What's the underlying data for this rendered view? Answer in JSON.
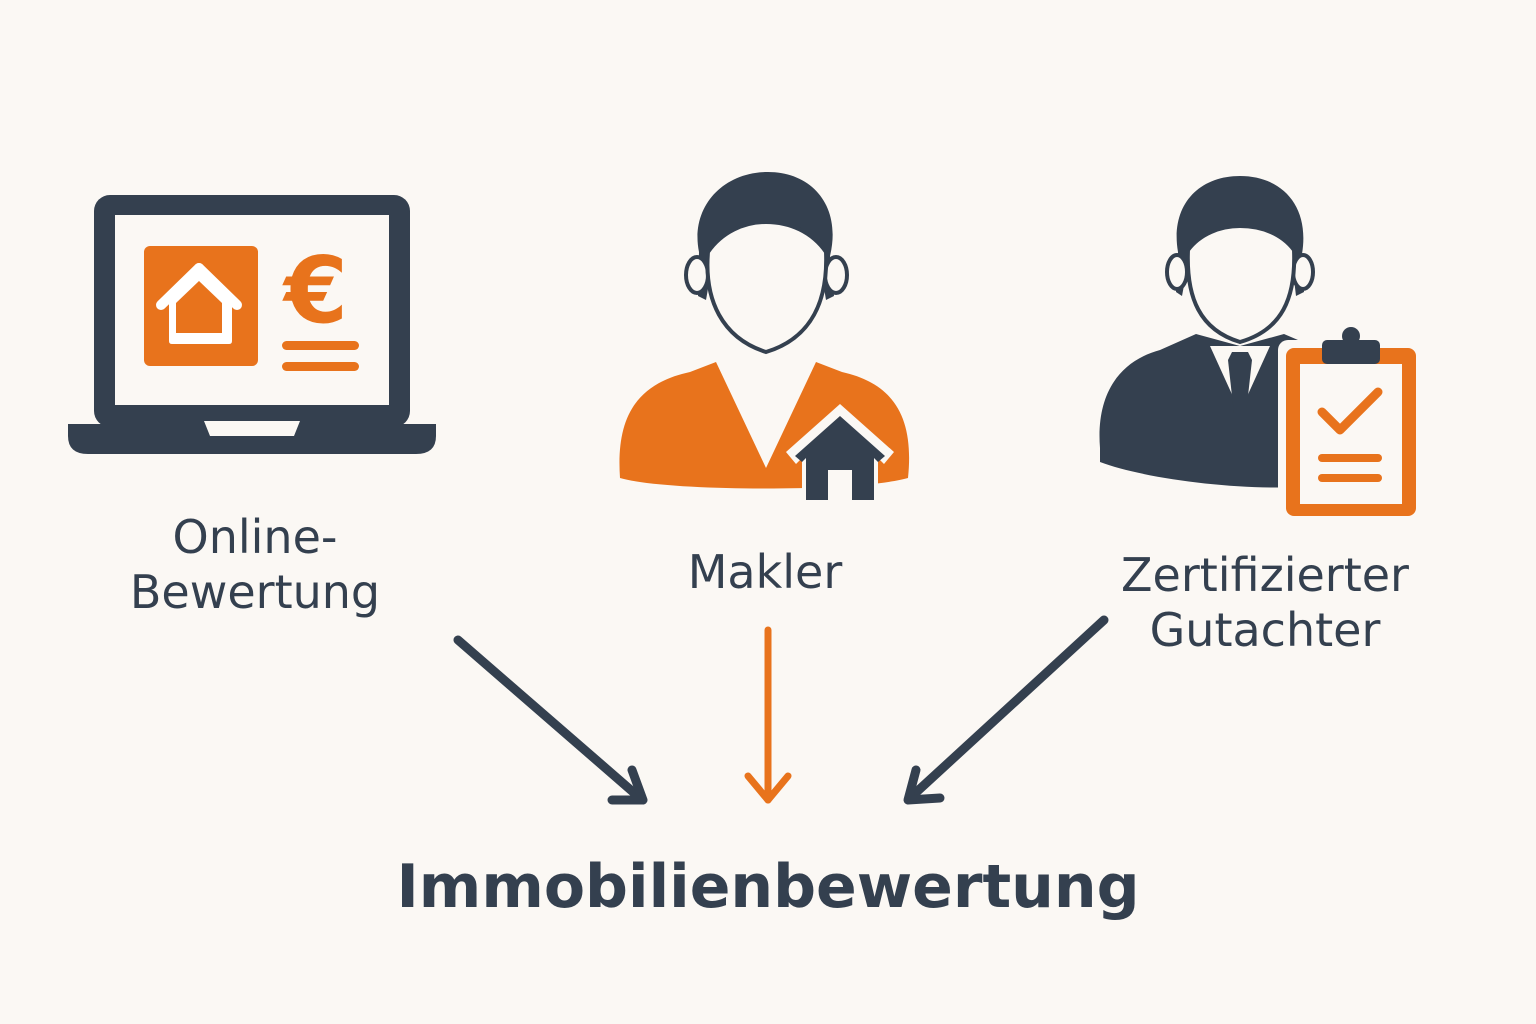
{
  "colors": {
    "background": "#fbf8f4",
    "dark": "#34404f",
    "orange": "#e8731c",
    "white": "#ffffff"
  },
  "sources": [
    {
      "id": "online",
      "lines": [
        "Online-",
        "Bewertung"
      ],
      "icon": "laptop-icon"
    },
    {
      "id": "makler",
      "lines": [
        "Makler"
      ],
      "icon": "realtor-person-icon"
    },
    {
      "id": "gutachter",
      "lines": [
        "Zertifizierter",
        "Gutachter"
      ],
      "icon": "appraiser-person-icon"
    }
  ],
  "target": {
    "label": "Immobilienbewertung"
  },
  "screen_symbols": {
    "currency": "€"
  }
}
